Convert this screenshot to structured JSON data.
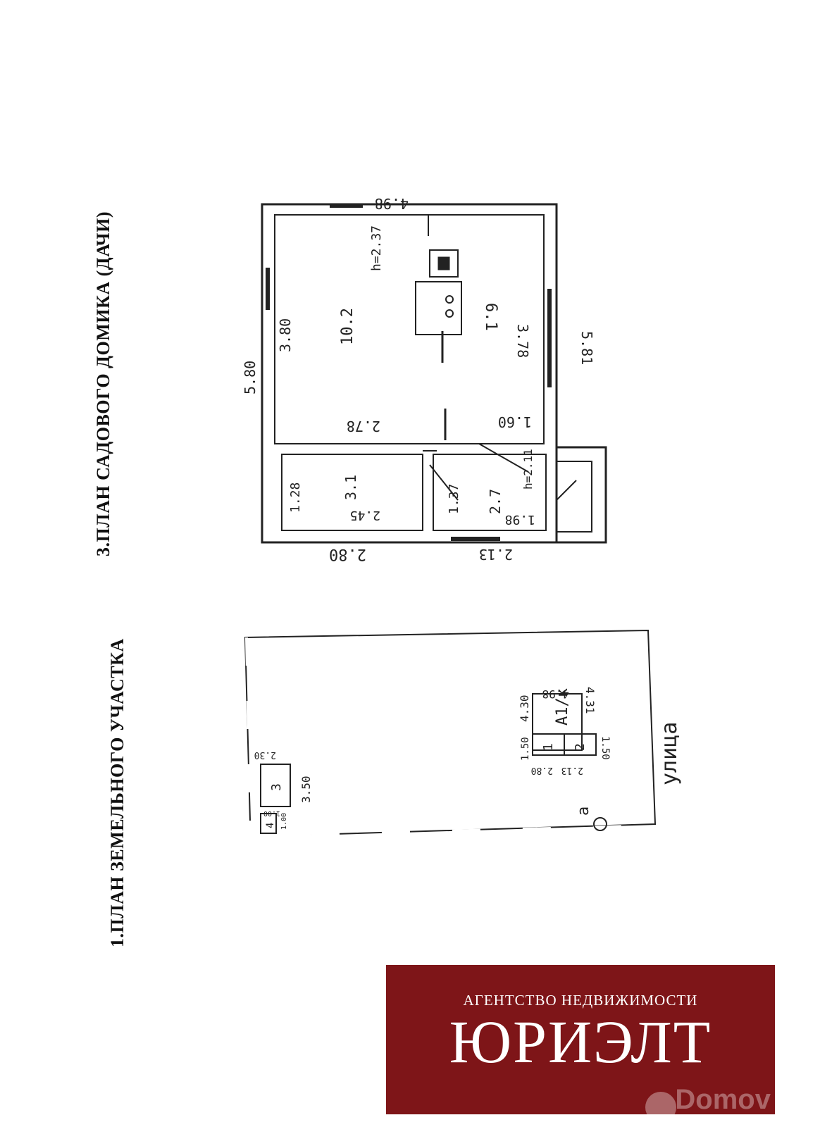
{
  "titles": {
    "land_plot": "1.ПЛАН ЗЕМЕЛЬНОГО УЧАСТКА",
    "house_plan": "3.ПЛАН САДОВОГО ДОМИКА (ДАЧИ)"
  },
  "house": {
    "dim_top": "4.98",
    "dim_left": "5.80",
    "dim_right": "5.81",
    "dim_bottom_left": "2.80",
    "dim_bottom_right": "2.13",
    "main_room": {
      "area": "10.2",
      "width": "3.80",
      "length": "2.78",
      "height": "h=2.37"
    },
    "kitchen": {
      "area": "6.1",
      "width": "3.78",
      "length": "1.60"
    },
    "small_room": {
      "area": "3.1",
      "width": "1.28",
      "length": "2.45"
    },
    "hall": {
      "area": "2.7",
      "width": "1.37",
      "length": "1.98",
      "height": "h=2.11"
    }
  },
  "land": {
    "street_label": "улица",
    "corner_label": "а",
    "building_main": {
      "label": "А1/к",
      "dims": [
        "4.98",
        "4.30",
        "4.31"
      ]
    },
    "building_1": {
      "label": "1",
      "dims": [
        "1.50",
        "2.80"
      ]
    },
    "building_2": {
      "label": "2",
      "dims": [
        "1.50",
        "2.13"
      ]
    },
    "building_3": {
      "label": "3",
      "dims": [
        "2.30",
        "3.50"
      ]
    },
    "building_4": {
      "label": "4",
      "dims": [
        "1.00",
        "1.00"
      ]
    }
  },
  "logo": {
    "subtitle": "АГЕНТСТВО НЕДВИЖИМОСТИ",
    "name": "ЮРИЭЛТ",
    "bg_color": "#7e1518",
    "watermark": "Domov"
  },
  "colors": {
    "ink": "#222222",
    "paper": "#ffffff"
  }
}
